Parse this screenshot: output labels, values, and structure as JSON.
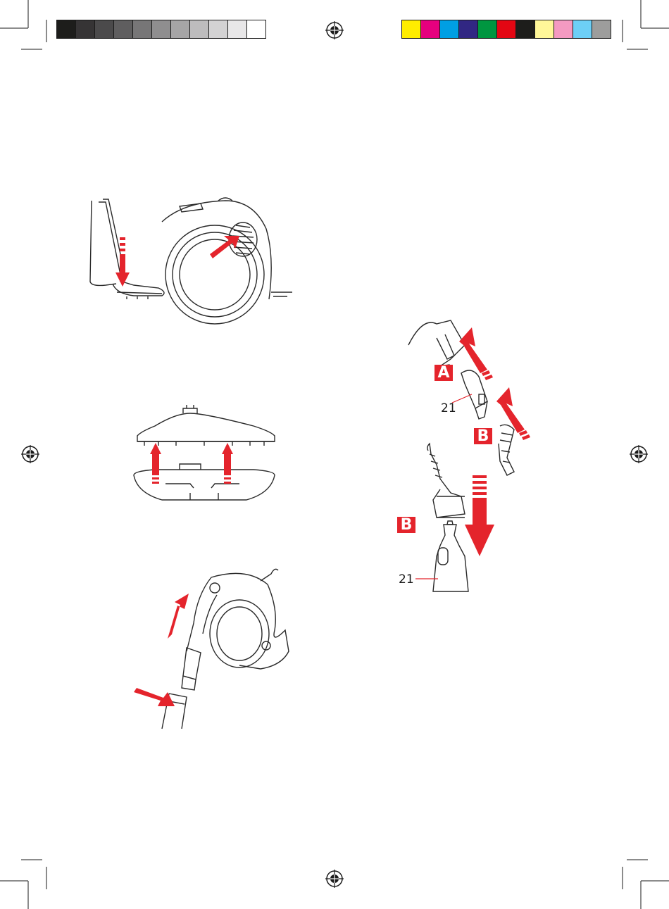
{
  "grayscale_bar": [
    "#1d1d1b",
    "#363435",
    "#4b4a4b",
    "#5f5e5f",
    "#777677",
    "#8f8e8f",
    "#a6a5a6",
    "#bdbcbd",
    "#d3d2d3",
    "#e8e7e8",
    "#ffffff"
  ],
  "color_bar": [
    "#ffed00",
    "#e6007e",
    "#009fe3",
    "#312783",
    "#009640",
    "#e30613",
    "#1d1d1b",
    "#fff799",
    "#f49ac1",
    "#6dcff6",
    "#9d9d9c"
  ],
  "accent_color": "#e4242c",
  "callouts": {
    "label_a": "A",
    "label_b_top": "B",
    "label_b_bottom": "B",
    "part_number_top": "21",
    "part_number_bottom": "21"
  }
}
